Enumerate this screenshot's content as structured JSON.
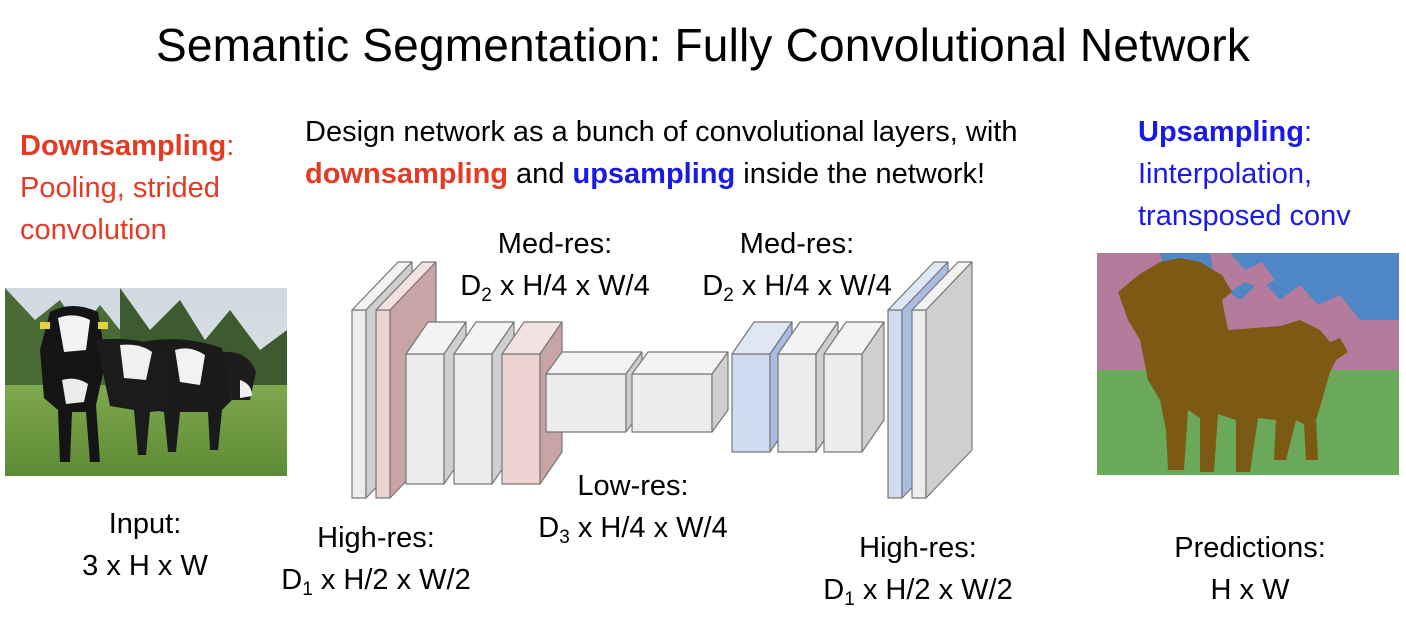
{
  "title": "Semantic Segmentation: Fully Convolutional Network",
  "left_note": {
    "heading": "Downsampling",
    "colon": ":",
    "line1": "Pooling, strided",
    "line2": "convolution"
  },
  "center_note": {
    "line1": "Design network as a bunch of convolutional layers, with",
    "down_word": "downsampling",
    "and_word": " and ",
    "up_word": "upsampling",
    "tail": " inside the network!"
  },
  "right_note": {
    "heading": "Upsampling",
    "colon": ":",
    "line1": "Iinterpolation,",
    "line2": "transposed conv"
  },
  "input_label": {
    "line1": "Input:",
    "line2": "3 x H x W"
  },
  "output_label": {
    "line1": "Predictions:",
    "line2": "H x W"
  },
  "labels": {
    "high_res_left": {
      "title": "High-res:",
      "D": "D",
      "sub": "1",
      "rest": " x H/2 x W/2"
    },
    "med_res_left": {
      "title": "Med-res:",
      "D": "D",
      "sub": "2",
      "rest": " x H/4 x W/4"
    },
    "low_res": {
      "title": "Low-res:",
      "D": "D",
      "sub": "3",
      "rest": " x H/4 x W/4"
    },
    "med_res_right": {
      "title": "Med-res:",
      "D": "D",
      "sub": "2",
      "rest": " x H/4 x W/4"
    },
    "high_res_right": {
      "title": "High-res:",
      "D": "D",
      "sub": "1",
      "rest": " x H/2 x W/2"
    }
  },
  "colors": {
    "red": "#e53a24",
    "blue": "#1a1ae6",
    "block_gray": "#e8e8e8",
    "block_red": "#efd3d3",
    "block_blue": "#cfdcf4",
    "seg_sky": "#4f86c6",
    "seg_tree": "#b57b9c",
    "seg_grass": "#6aa85a",
    "seg_cow": "#7d5a14"
  }
}
